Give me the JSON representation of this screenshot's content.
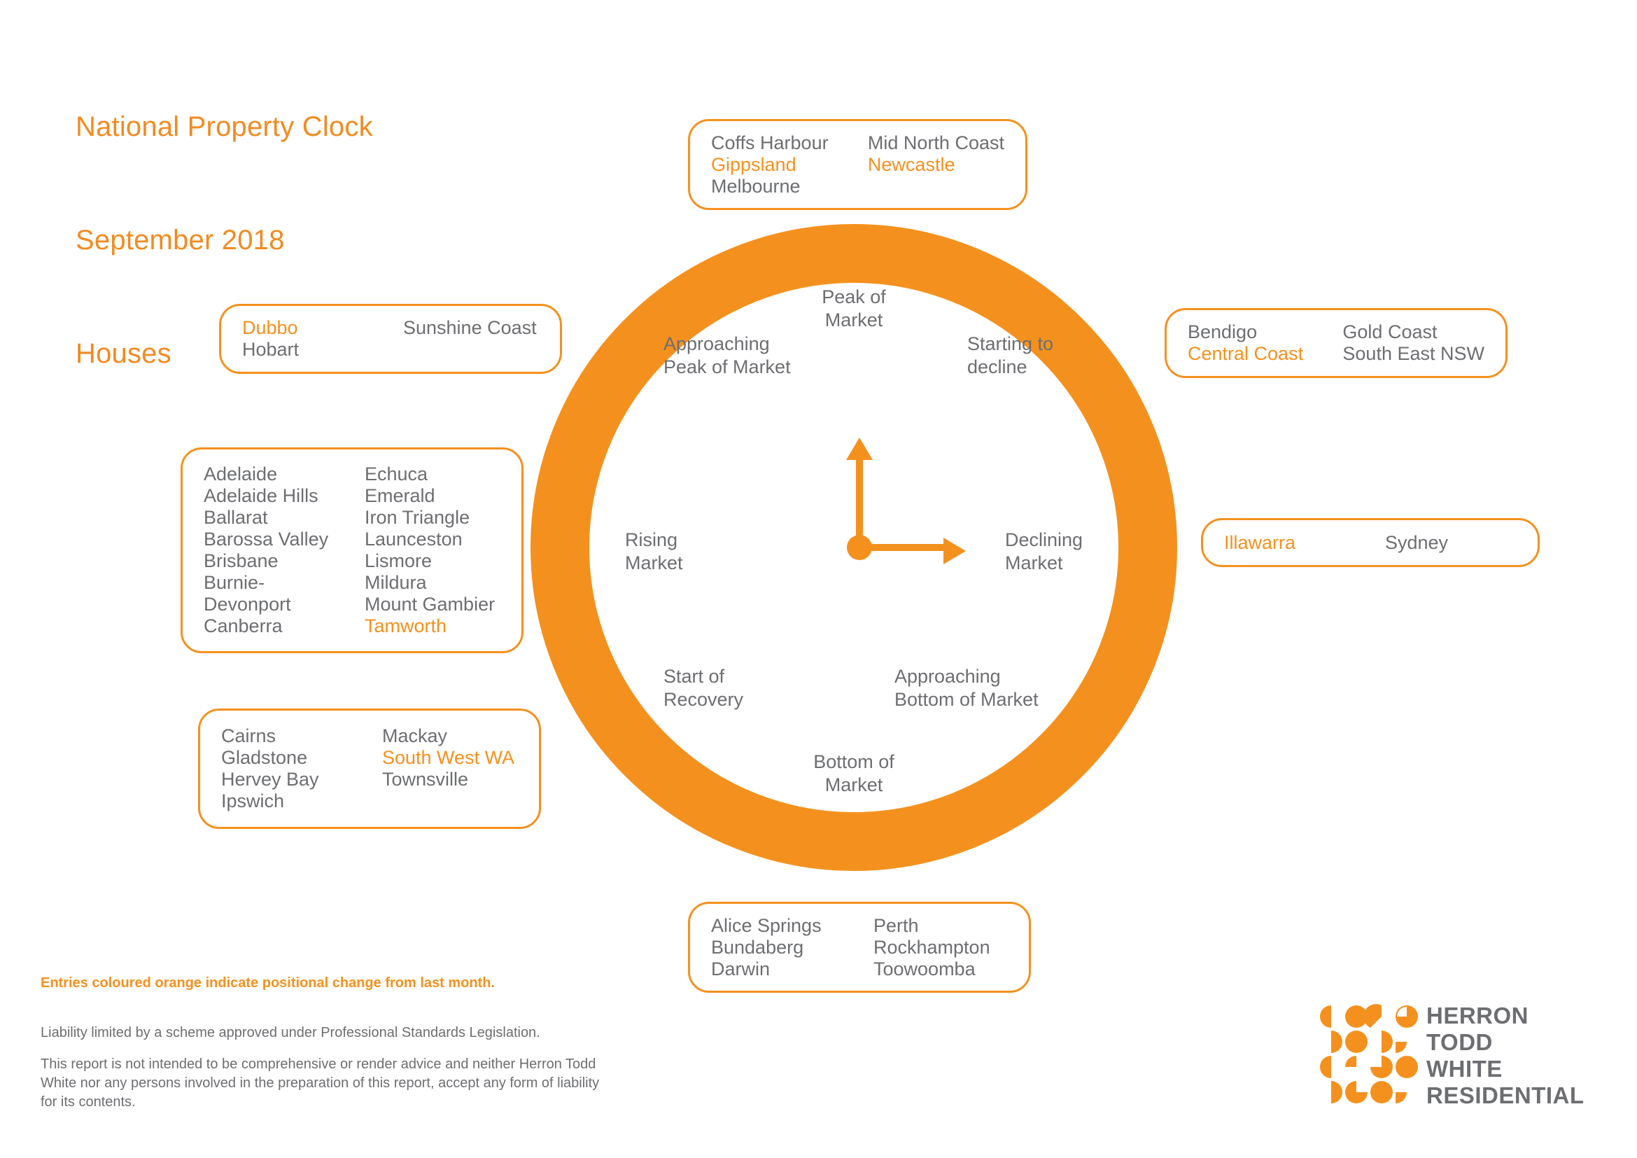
{
  "header": {
    "line1": "National Property Clock",
    "line2": "September 2018",
    "line3": "Houses"
  },
  "colors": {
    "orange": "#F4911E",
    "grey": "#6d6e71"
  },
  "clock": {
    "labels": {
      "peak_of_market": "Peak of\nMarket",
      "approaching_peak_of_market": "Approaching\nPeak of Market",
      "starting_to_decline": "Starting to\ndecline",
      "rising_market": "Rising\nMarket",
      "declining_market": "Declining\nMarket",
      "start_of_recovery": "Start of\nRecovery",
      "approaching_bottom_of_market": "Approaching\nBottom of Market",
      "bottom_of_market": "Bottom of\nMarket"
    },
    "hands": {
      "minute_hand_direction": "up",
      "hour_hand_direction": "right"
    }
  },
  "boxes": [
    {
      "id": "peak-of-market-box",
      "position": "top",
      "columns": [
        [
          {
            "name": "Coffs Harbour",
            "changed": false
          },
          {
            "name": "Gippsland",
            "changed": true
          },
          {
            "name": "Melbourne",
            "changed": false
          }
        ],
        [
          {
            "name": "Mid North Coast",
            "changed": false
          },
          {
            "name": "Newcastle",
            "changed": true
          }
        ]
      ]
    },
    {
      "id": "approaching-peak-of-market-box",
      "position": "upper-left",
      "columns": [
        [
          {
            "name": "Dubbo",
            "changed": true
          },
          {
            "name": "Hobart",
            "changed": false
          }
        ],
        [
          {
            "name": "Sunshine Coast",
            "changed": false
          }
        ]
      ]
    },
    {
      "id": "rising-market-box",
      "position": "left",
      "columns": [
        [
          {
            "name": "Adelaide",
            "changed": false
          },
          {
            "name": "Adelaide Hills",
            "changed": false
          },
          {
            "name": "Ballarat",
            "changed": false
          },
          {
            "name": "Barossa Valley",
            "changed": false
          },
          {
            "name": "Brisbane",
            "changed": false
          },
          {
            "name": "Burnie-",
            "changed": false
          },
          {
            "name": "Devonport",
            "changed": false
          },
          {
            "name": "Canberra",
            "changed": false
          }
        ],
        [
          {
            "name": "Echuca",
            "changed": false
          },
          {
            "name": "Emerald",
            "changed": false
          },
          {
            "name": "Iron Triangle",
            "changed": false
          },
          {
            "name": "Launceston",
            "changed": false
          },
          {
            "name": "Lismore",
            "changed": false
          },
          {
            "name": "Mildura",
            "changed": false
          },
          {
            "name": "Mount Gambier",
            "changed": false
          },
          {
            "name": "Tamworth",
            "changed": true
          }
        ]
      ]
    },
    {
      "id": "start-of-recovery-box",
      "position": "lower-left",
      "columns": [
        [
          {
            "name": "Cairns",
            "changed": false
          },
          {
            "name": "Gladstone",
            "changed": false
          },
          {
            "name": "Hervey Bay",
            "changed": false
          },
          {
            "name": "Ipswich",
            "changed": false
          }
        ],
        [
          {
            "name": "Mackay",
            "changed": false
          },
          {
            "name": "South West WA",
            "changed": true
          },
          {
            "name": "Townsville",
            "changed": false
          }
        ]
      ]
    },
    {
      "id": "bottom-of-market-box",
      "position": "bottom",
      "columns": [
        [
          {
            "name": "Alice Springs",
            "changed": false
          },
          {
            "name": "Bundaberg",
            "changed": false
          },
          {
            "name": "Darwin",
            "changed": false
          }
        ],
        [
          {
            "name": "Perth",
            "changed": false
          },
          {
            "name": "Rockhampton",
            "changed": false
          },
          {
            "name": "Toowoomba",
            "changed": false
          }
        ]
      ]
    },
    {
      "id": "starting-to-decline-box",
      "position": "upper-right",
      "columns": [
        [
          {
            "name": "Bendigo",
            "changed": false
          },
          {
            "name": "Central Coast",
            "changed": true
          }
        ],
        [
          {
            "name": "Gold Coast",
            "changed": false
          },
          {
            "name": "South East NSW",
            "changed": false
          }
        ]
      ]
    },
    {
      "id": "declining-market-box",
      "position": "right",
      "columns": [
        [
          {
            "name": "Illawarra",
            "changed": true
          }
        ],
        [
          {
            "name": "Sydney",
            "changed": false
          }
        ]
      ]
    }
  ],
  "footer": {
    "legend": "Entries coloured orange indicate positional change from last month.",
    "disclaimer_1": "Liability limited by a scheme approved under Professional Standards Legislation.",
    "disclaimer_2": "This report is not intended to be comprehensive or render advice and neither Herron Todd White nor any persons involved in the preparation of this report, accept any form of liability for its contents."
  },
  "logo": {
    "line1": "HERRON",
    "line2": "TODD",
    "line3": "WHITE",
    "line4": "RESIDENTIAL"
  }
}
